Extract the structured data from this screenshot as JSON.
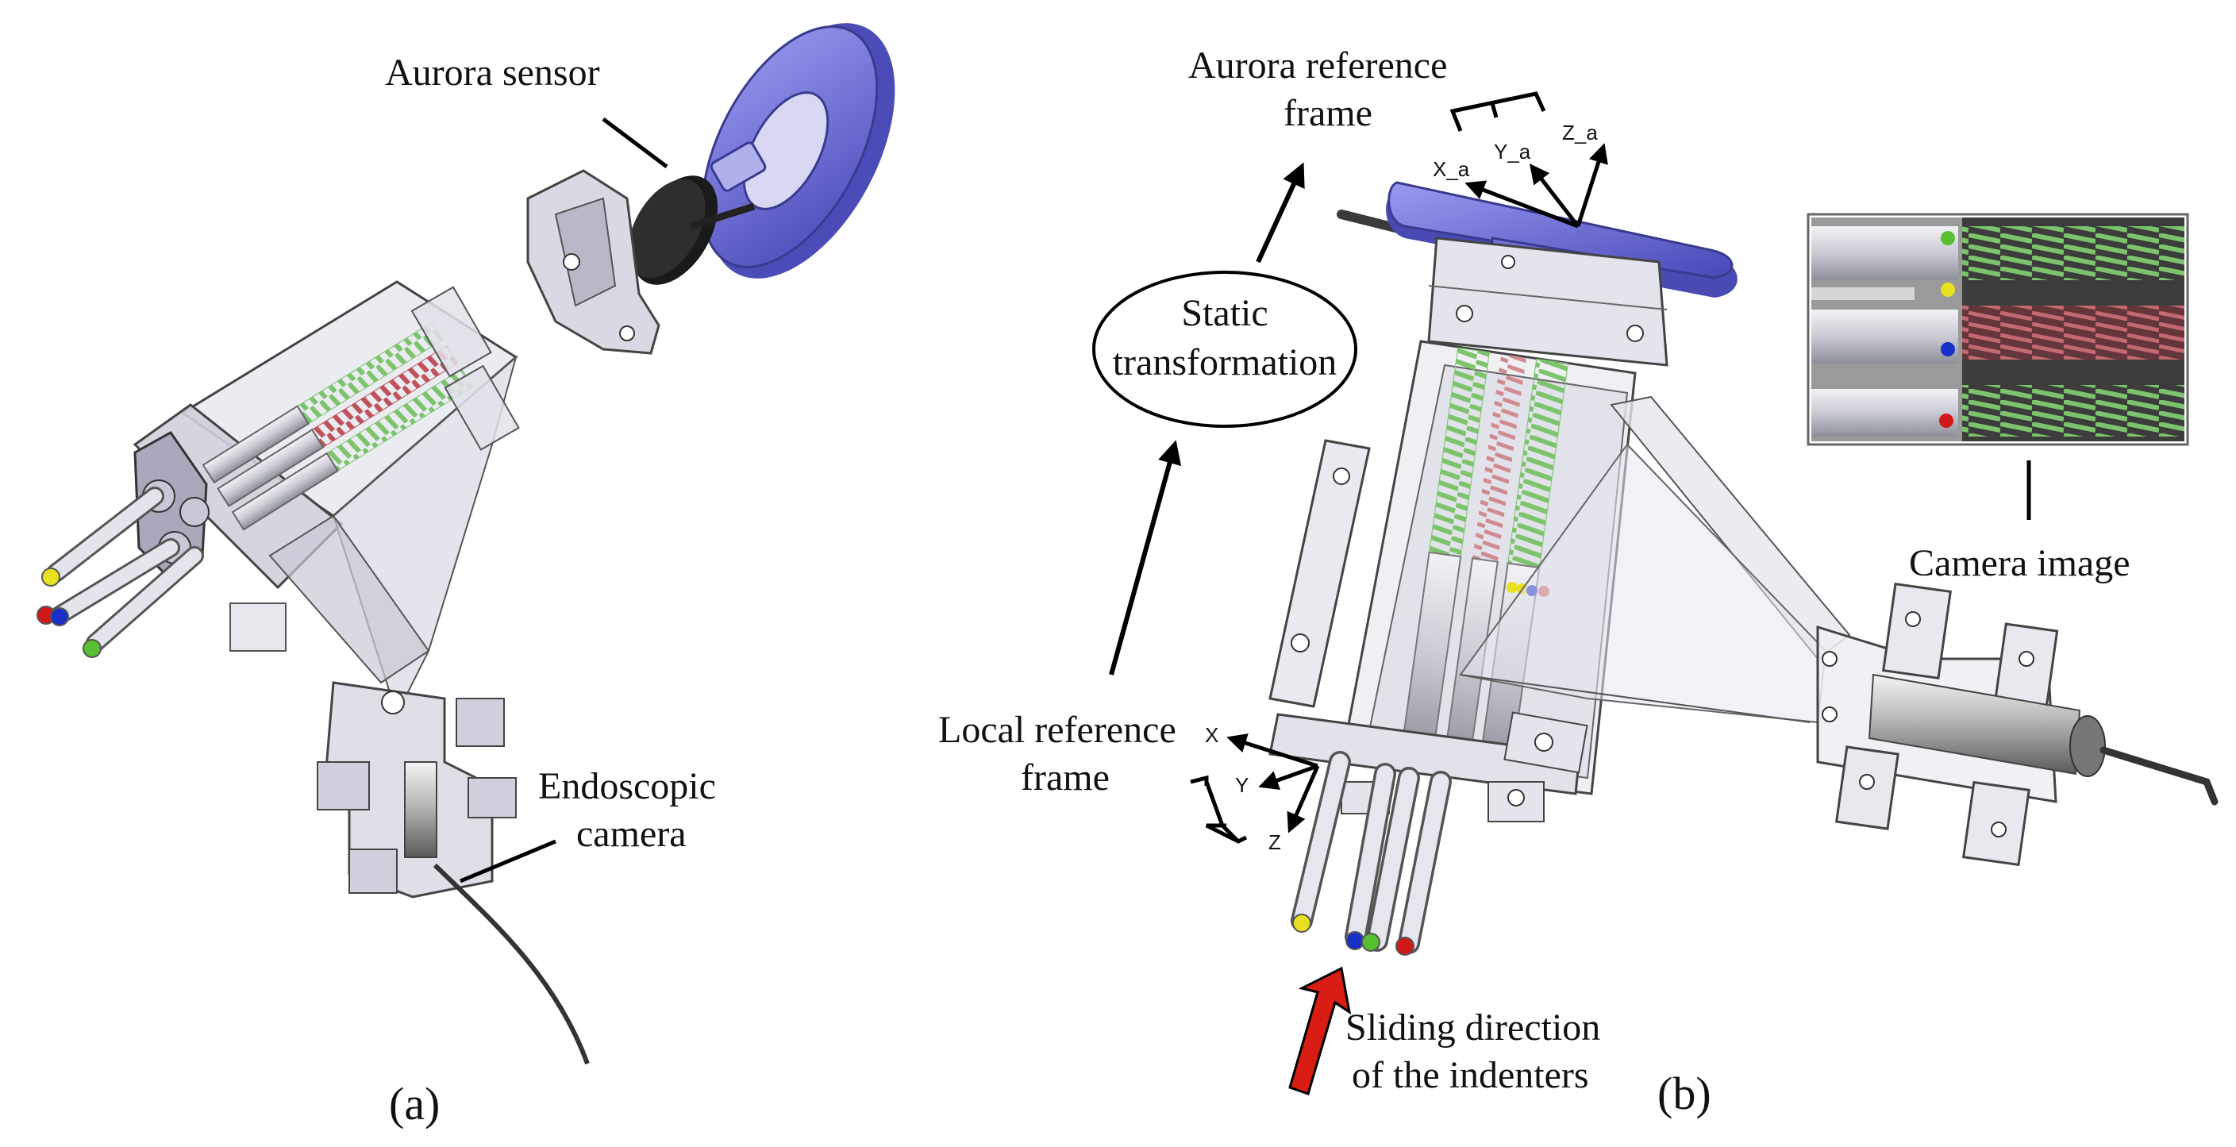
{
  "labels": {
    "aurora_sensor": "Aurora sensor",
    "endoscopic_camera_l1": "Endoscopic",
    "endoscopic_camera_l2": "camera",
    "aurora_ref_l1": "Aurora reference",
    "aurora_ref_l2": "frame",
    "static_l1": "Static",
    "static_l2": "transformation",
    "local_ref_l1": "Local reference",
    "local_ref_l2": "frame",
    "camera_image": "Camera image",
    "sliding_l1": "Sliding direction",
    "sliding_l2": "of the indenters",
    "panel_a": "(a)",
    "panel_b": "(b)"
  },
  "axes": {
    "aurora": {
      "x": "X_a",
      "y": "Y_a",
      "z": "Z_a"
    },
    "local": {
      "x": "X",
      "y": "Y",
      "z": "Z"
    }
  },
  "colors": {
    "mount_purple": "#6b6bd8",
    "spring_green": "#7cc46b",
    "spring_red": "#c0505a",
    "marker_yellow": "#e8e020",
    "marker_red": "#d01818",
    "marker_blue": "#1830c8",
    "marker_green": "#58c030",
    "arrow_red": "#d81e14"
  }
}
